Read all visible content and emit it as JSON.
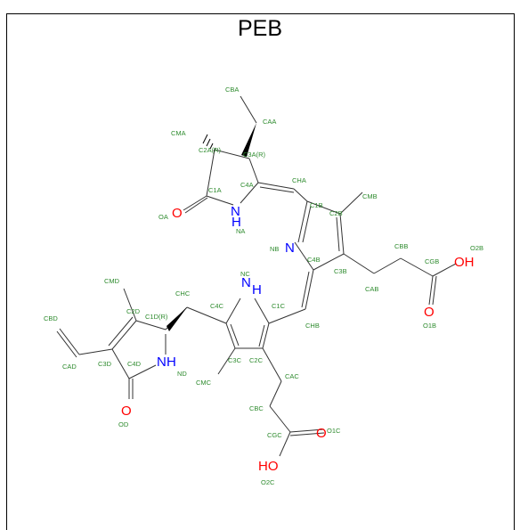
{
  "title": "PEB",
  "colors": {
    "carbon_label": "#2e8b2e",
    "oxygen": "#ff0000",
    "nitrogen": "#0000ff",
    "bond": "#333333"
  },
  "atom_labels": {
    "CBA": "CBA",
    "CAA": "CAA",
    "CMA": "CMA",
    "C2A": "C2A(R)",
    "C3A": "C3A(R)",
    "CHA": "CHA",
    "C4A": "C4A",
    "C1A": "C1A",
    "OA": "OA",
    "NA": "NA",
    "C1B": "C1B",
    "CMB": "CMB",
    "C2B": "C2B",
    "NB": "NB",
    "C4B": "C4B",
    "C3B": "C3B",
    "CBB": "CBB",
    "CAB": "CAB",
    "CGB": "CGB",
    "O2B": "O2B",
    "O1B": "O1B",
    "NC": "NC",
    "C4C": "C4C",
    "C1C": "C1C",
    "CHB": "CHB",
    "CHC": "CHC",
    "C3C": "C3C",
    "C2C": "C2C",
    "CMC": "CMC",
    "CAC": "CAC",
    "CBC": "CBC",
    "CGC": "CGC",
    "O1C": "O1C",
    "O2C": "O2C",
    "CMD": "CMD",
    "C2D": "C2D",
    "C1D": "C1D(R)",
    "CBD": "CBD",
    "CAD": "CAD",
    "C3D": "C3D",
    "C4D": "C4D",
    "ND": "ND",
    "OD": "OD"
  },
  "hetero_labels": {
    "O_A": "O",
    "N_A": "N",
    "H_A": "H",
    "N_B": "N",
    "O_B2": "OH",
    "O_B1": "O",
    "N_C": "N",
    "H_C": "H",
    "O_C1": "O",
    "O_C2": "HO",
    "N_D": "N",
    "H_D": "H",
    "O_D": "O"
  }
}
